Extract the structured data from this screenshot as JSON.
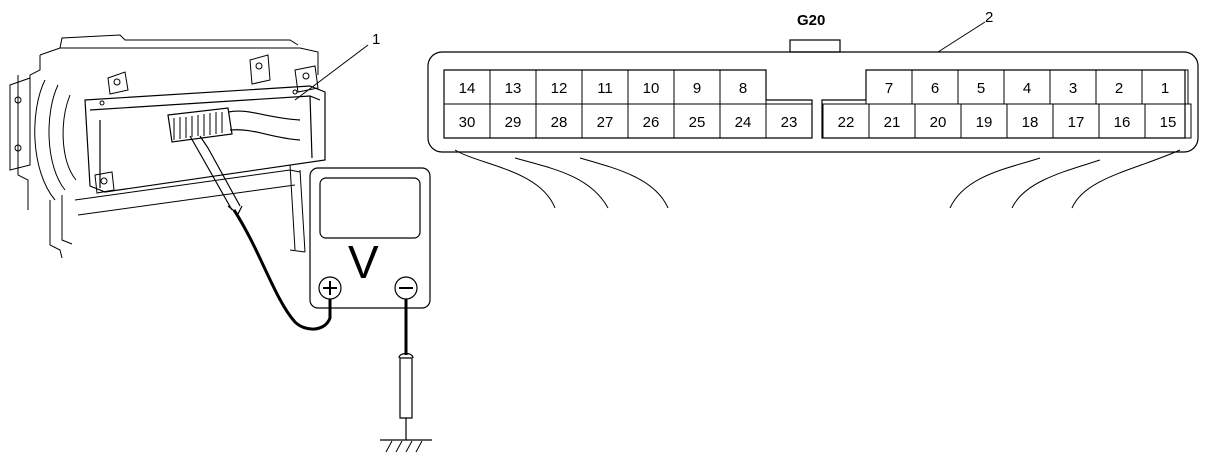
{
  "connector": {
    "name": "G20",
    "callout": "2",
    "top_row_left": [
      "14",
      "13",
      "12",
      "11",
      "10",
      "9",
      "8"
    ],
    "bottom_row_left": [
      "30",
      "29",
      "28",
      "27",
      "26",
      "25",
      "24",
      "23"
    ],
    "top_row_right": [
      "7",
      "6",
      "5",
      "4",
      "3",
      "2",
      "1"
    ],
    "bottom_row_right": [
      "22",
      "21",
      "20",
      "19",
      "18",
      "17",
      "16",
      "15"
    ]
  },
  "unit": {
    "callout": "1"
  },
  "meter": {
    "symbol": "V",
    "positive": "+",
    "negative": "−"
  }
}
